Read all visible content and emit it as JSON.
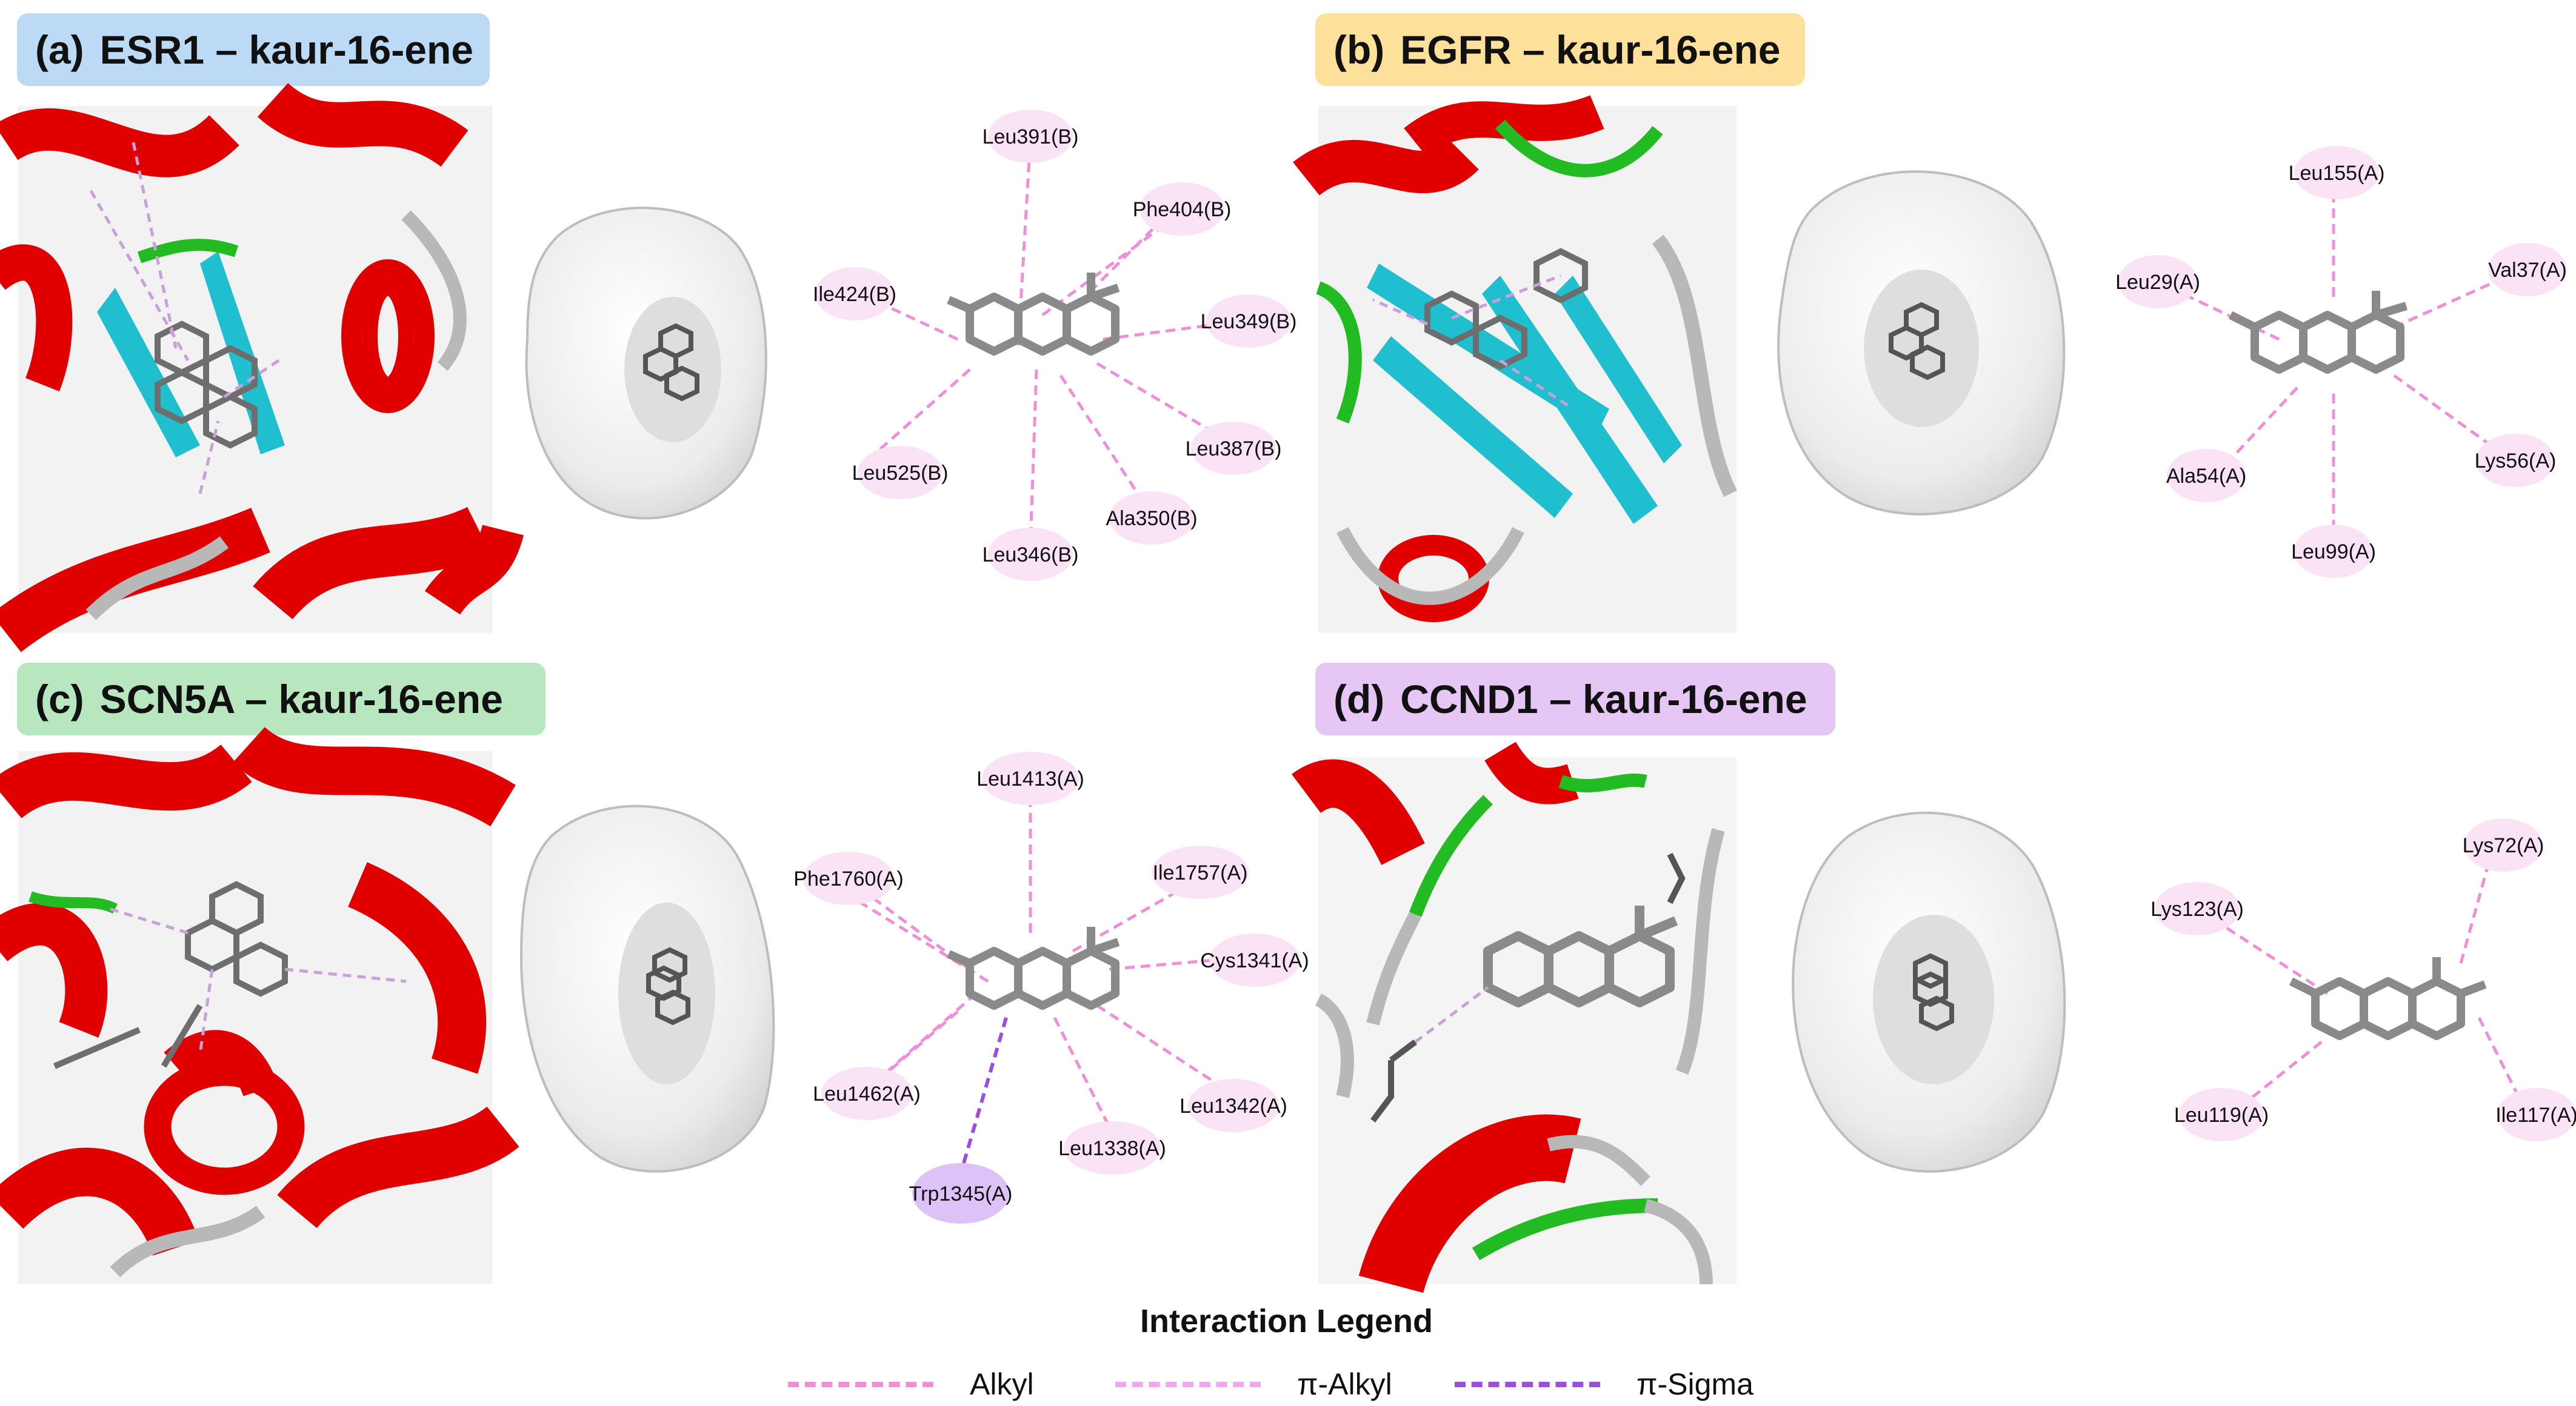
{
  "panels": [
    {
      "id": "a",
      "letter": "(a)",
      "title": "ESR1 – kaur-16-ene",
      "badge_color": "#bcd9f5",
      "residues": [
        {
          "label": "Leu391(B)",
          "type": "alkyl"
        },
        {
          "label": "Phe404(B)",
          "type": "pi-alkyl"
        },
        {
          "label": "Ile424(B)",
          "type": "alkyl"
        },
        {
          "label": "Leu349(B)",
          "type": "alkyl"
        },
        {
          "label": "Leu387(B)",
          "type": "alkyl"
        },
        {
          "label": "Leu525(B)",
          "type": "alkyl"
        },
        {
          "label": "Ala350(B)",
          "type": "alkyl"
        },
        {
          "label": "Leu346(B)",
          "type": "alkyl"
        }
      ]
    },
    {
      "id": "b",
      "letter": "(b)",
      "title": "EGFR – kaur-16-ene",
      "badge_color": "#fde19a",
      "residues": [
        {
          "label": "Leu155(A)",
          "type": "alkyl"
        },
        {
          "label": "Leu29(A)",
          "type": "alkyl"
        },
        {
          "label": "Val37(A)",
          "type": "alkyl"
        },
        {
          "label": "Ala54(A)",
          "type": "alkyl"
        },
        {
          "label": "Lys56(A)",
          "type": "alkyl"
        },
        {
          "label": "Leu99(A)",
          "type": "alkyl"
        }
      ]
    },
    {
      "id": "c",
      "letter": "(c)",
      "title": "SCN5A – kaur-16-ene",
      "badge_color": "#b7e6bf",
      "residues": [
        {
          "label": "Leu1413(A)",
          "type": "alkyl"
        },
        {
          "label": "Phe1760(A)",
          "type": "pi-alkyl"
        },
        {
          "label": "Ile1757(A)",
          "type": "alkyl"
        },
        {
          "label": "Cys1341(A)",
          "type": "alkyl"
        },
        {
          "label": "Leu1462(A)",
          "type": "alkyl"
        },
        {
          "label": "Leu1342(A)",
          "type": "alkyl"
        },
        {
          "label": "Leu1338(A)",
          "type": "alkyl"
        },
        {
          "label": "Trp1345(A)",
          "type": "pi-sigma"
        }
      ]
    },
    {
      "id": "d",
      "letter": "(d)",
      "title": "CCND1 – kaur-16-ene",
      "badge_color": "#e6c6f4",
      "residues": [
        {
          "label": "Lys72(A)",
          "type": "alkyl"
        },
        {
          "label": "Lys123(A)",
          "type": "alkyl"
        },
        {
          "label": "Leu119(A)",
          "type": "alkyl"
        },
        {
          "label": "Ile117(A)",
          "type": "alkyl"
        }
      ]
    }
  ],
  "legend": {
    "title": "Interaction Legend",
    "items": [
      {
        "label": "Alkyl",
        "color": "#f08fd8"
      },
      {
        "label": "π-Alkyl",
        "color": "#f3a6ee"
      },
      {
        "label": "π-Sigma",
        "color": "#9b4ee6"
      }
    ]
  },
  "colors": {
    "helix": "#e00000",
    "strand": "#1fbfd0",
    "coil": "#b8b8b8",
    "turn": "#22bb22",
    "ligand": "#6e6e6e",
    "residue_bubble": "#fbe3f6",
    "pi_sigma_bubble": "#dcc2f7"
  }
}
